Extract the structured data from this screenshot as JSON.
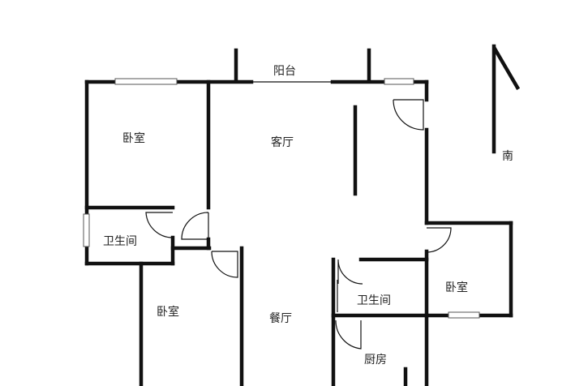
{
  "floorplan": {
    "compass_label": "南",
    "rooms": {
      "balcony": "阳台",
      "living_room": "客厅",
      "bedroom_top_left": "卧室",
      "bathroom_left": "卫生间",
      "bedroom_bottom_left": "卧室",
      "dining_room": "餐厅",
      "bathroom_right": "卫生间",
      "bedroom_right": "卧室",
      "kitchen": "厨房"
    }
  }
}
